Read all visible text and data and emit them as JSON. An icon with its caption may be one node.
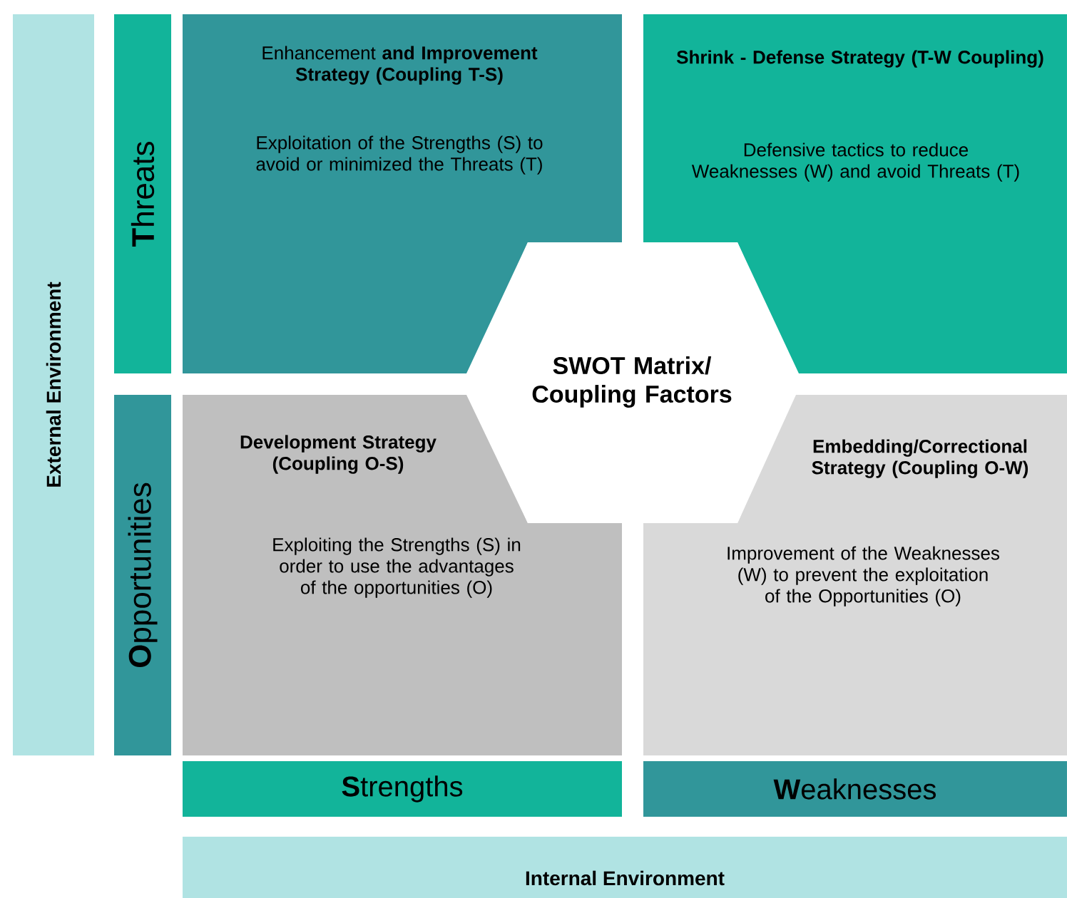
{
  "diagram": {
    "nodes": [
      {
        "text": [
          "External Environment"
        ]
      },
      {
        "text": [
          "**T**hreats"
        ]
      },
      {
        "text": [
          "**O**pportunities"
        ]
      },
      {
        "text": [
          "Enhancement **and Improvement Strategy (Coupling T-S)**",
          "Exploitation of the Strengths (S) to avoid or minimized the Threats (T)"
        ]
      },
      {
        "text": [
          "Shrink - Defense Strategy (T-W Coupling)",
          "Defensive tactics to reduce Weaknesses (W) and avoid Threats (T)"
        ]
      },
      {
        "text": [
          "SWOT Matrix/ Coupling Factors"
        ]
      },
      {
        "text": [
          "Development Strategy (Coupling O-S)",
          "Exploiting the Strengths (S) in order to use the advantages of the opportunities (O)"
        ]
      },
      {
        "text": [
          "Embedding/Correctional Strategy (Coupling O-W)",
          "Improvement of the Weaknesses (W) to prevent the exploitation of the Opportunities (O)"
        ]
      },
      {
        "text": [
          "**S**trengths"
        ]
      },
      {
        "text": [
          "**W**eaknesses"
        ]
      },
      {
        "text": [
          "Internal Environment"
        ]
      }
    ]
  }
}
